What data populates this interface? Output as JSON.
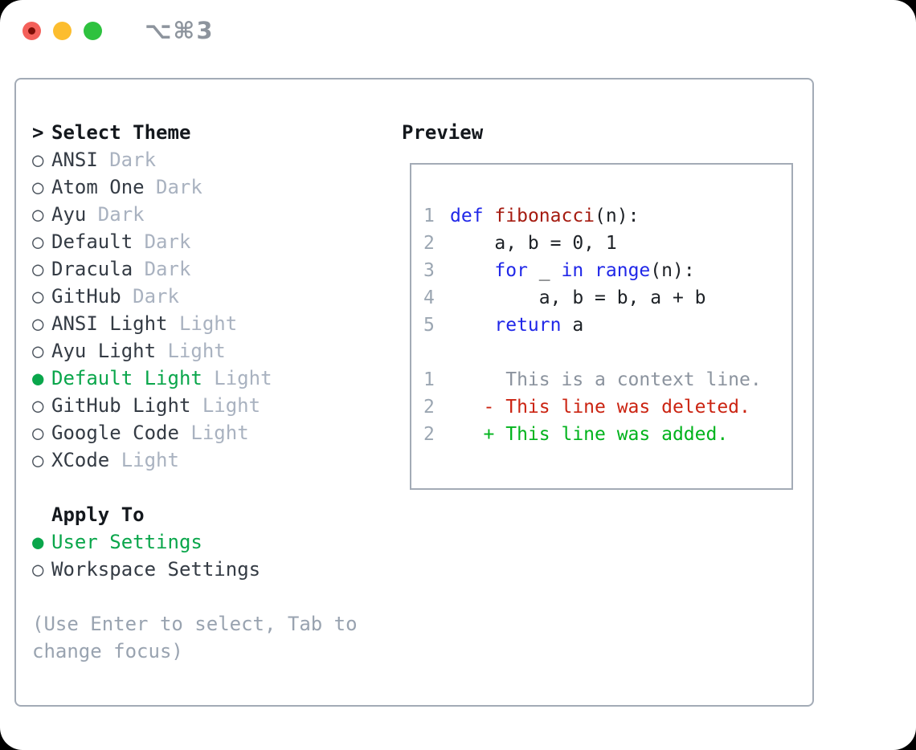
{
  "titlebar": {
    "shortcut": "⌥⌘3"
  },
  "theme_list": {
    "prompt_icon": ">",
    "title": "Select Theme",
    "items": [
      {
        "name": "ANSI",
        "tag": "Dark",
        "selected": false
      },
      {
        "name": "Atom One",
        "tag": "Dark",
        "selected": false
      },
      {
        "name": "Ayu",
        "tag": "Dark",
        "selected": false
      },
      {
        "name": "Default",
        "tag": "Dark",
        "selected": false
      },
      {
        "name": "Dracula",
        "tag": "Dark",
        "selected": false
      },
      {
        "name": "GitHub",
        "tag": "Dark",
        "selected": false
      },
      {
        "name": "ANSI Light",
        "tag": "Light",
        "selected": false
      },
      {
        "name": "Ayu Light",
        "tag": "Light",
        "selected": false
      },
      {
        "name": "Default Light",
        "tag": "Light",
        "selected": true
      },
      {
        "name": "GitHub Light",
        "tag": "Light",
        "selected": false
      },
      {
        "name": "Google Code",
        "tag": "Light",
        "selected": false
      },
      {
        "name": "XCode",
        "tag": "Light",
        "selected": false
      }
    ]
  },
  "apply_to": {
    "title": "Apply To",
    "options": [
      {
        "label": "User Settings",
        "selected": true
      },
      {
        "label": "Workspace Settings",
        "selected": false
      }
    ]
  },
  "hint": "(Use Enter to select, Tab to change focus)",
  "preview": {
    "title": "Preview",
    "code_lines": [
      {
        "num": "1",
        "tokens": [
          {
            "text": "def",
            "style": "keyword"
          },
          {
            "text": " ",
            "style": "plain"
          },
          {
            "text": "fibonacci",
            "style": "function"
          },
          {
            "text": "(n):",
            "style": "plain"
          }
        ]
      },
      {
        "num": "2",
        "tokens": [
          {
            "text": "    a, b = 0, 1",
            "style": "plain"
          }
        ]
      },
      {
        "num": "3",
        "tokens": [
          {
            "text": "    ",
            "style": "plain"
          },
          {
            "text": "for",
            "style": "keyword"
          },
          {
            "text": " _ ",
            "style": "plain"
          },
          {
            "text": "in",
            "style": "keyword"
          },
          {
            "text": " ",
            "style": "plain"
          },
          {
            "text": "range",
            "style": "keyword"
          },
          {
            "text": "(n):",
            "style": "plain"
          }
        ]
      },
      {
        "num": "4",
        "tokens": [
          {
            "text": "        a, b = b, a + b",
            "style": "plain"
          }
        ]
      },
      {
        "num": "5",
        "tokens": [
          {
            "text": "    ",
            "style": "plain"
          },
          {
            "text": "return",
            "style": "keyword"
          },
          {
            "text": " a",
            "style": "plain"
          }
        ]
      },
      {
        "num": "",
        "tokens": []
      },
      {
        "num": "1",
        "tokens": [
          {
            "text": "     This is a context line.",
            "style": "context"
          }
        ]
      },
      {
        "num": "2",
        "tokens": [
          {
            "text": "   - This line was deleted.",
            "style": "deleted"
          }
        ]
      },
      {
        "num": "2",
        "tokens": [
          {
            "text": "   + This line was added.",
            "style": "added"
          }
        ]
      }
    ]
  },
  "icons": {
    "radio_selected": "●",
    "radio_unselected": "○"
  },
  "colors": {
    "selection_green": "#0aa64b",
    "added_green": "#00b31c",
    "deleted_red": "#cb2412",
    "keyword_blue": "#2027e8",
    "function_red": "#a51b10",
    "line_number_gray": "#9ba6b2",
    "muted_gray": "#a9b2c0",
    "hint_gray": "#99a3b0",
    "border_gray": "#a3abb6",
    "text_dark": "#343b44",
    "traffic_red": "#f4605a",
    "traffic_yellow": "#fcbd2e",
    "traffic_green": "#2ec23f"
  }
}
